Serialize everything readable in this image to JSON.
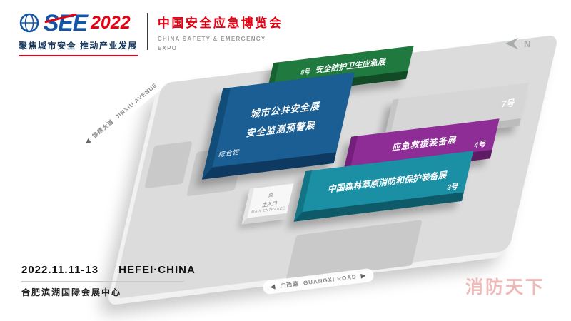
{
  "header": {
    "logo": {
      "brand": "SEE",
      "year": "2022",
      "tagline": "聚焦城市安全  推动产业发展"
    },
    "title_cn": "中国安全应急博览会",
    "title_en_line1": "CHINA SAFETY & EMERGENCY",
    "title_en_line2": "EXPO",
    "compass_label": "N"
  },
  "colors": {
    "accent_red": "#e60012",
    "brand_blue": "#1356a8",
    "hall5_green": "#20793f",
    "hall_comprehensive_blue": "#1a5e93",
    "hall7_gray": "#d6d6d6",
    "hall4_purple": "#8e2d95",
    "hall3_teal": "#1b8fa4",
    "ground_gray": "#dcdcdc",
    "watermark_pink": "#f0b9b9"
  },
  "map": {
    "halls": {
      "hall5": {
        "number": "5号",
        "name": "安全防护卫生应急展"
      },
      "comprehensive": {
        "label": "综合馆",
        "line1": "城市公共安全展",
        "line2": "安全监测预警展"
      },
      "hall7": {
        "number": "7号"
      },
      "hall4": {
        "number": "4号",
        "name": "应急救援装备展"
      },
      "hall3": {
        "number": "3号",
        "name": "中国森林草原消防和保护装备展"
      }
    },
    "entrance": {
      "cn": "主入口",
      "en": "MAIN ENTRANCE"
    },
    "roads": {
      "jinxiu": {
        "cn": "锦绣大道",
        "en": "JINXIU AVENUE"
      },
      "guangxi": {
        "cn": "广西路",
        "en": "GUANGXI ROAD"
      }
    }
  },
  "footer": {
    "date": "2022.11.11-13",
    "city": "HEFEI·CHINA",
    "venue": "合肥滨湖国际会展中心"
  },
  "watermark": "消防天下",
  "icons": {
    "road_arrow_left": "◀",
    "road_arrow_right": "▶",
    "entrance_chevron": "«"
  }
}
